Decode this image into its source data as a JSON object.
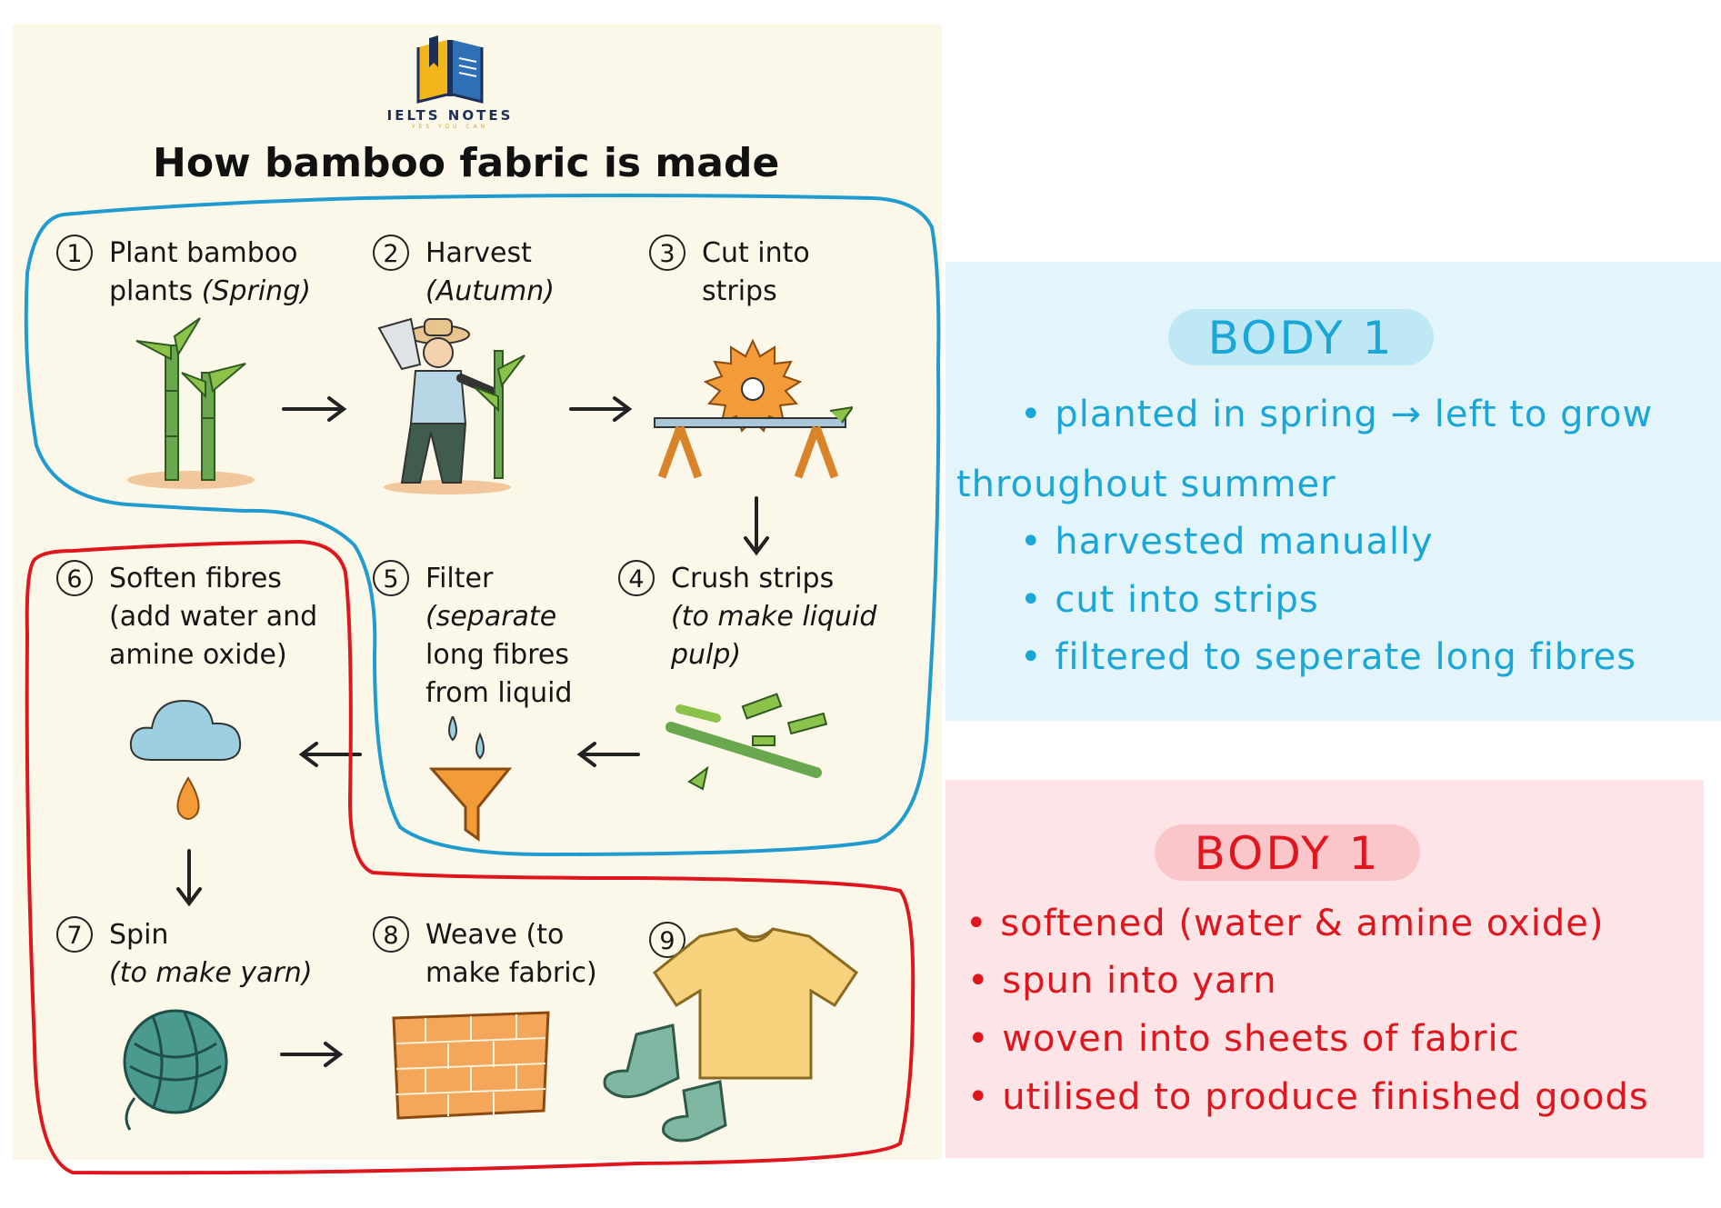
{
  "brand": {
    "name": "IELTS NOTES",
    "tagline": "YES YOU CAN"
  },
  "title": "How bamboo fabric is made",
  "steps": [
    {
      "num": "1",
      "line1": "Plant bamboo",
      "line2": "plants",
      "italic": "(Spring)"
    },
    {
      "num": "2",
      "line1": "Harvest",
      "italic": "(Autumn)"
    },
    {
      "num": "3",
      "line1": "Cut into",
      "line2": "strips"
    },
    {
      "num": "4",
      "line1": "Crush strips",
      "italic1": "(to make liquid",
      "italic2": "pulp)"
    },
    {
      "num": "5",
      "line1": "Filter",
      "italic1": "(separate",
      "line3": "long fibres",
      "line4": "from liquid"
    },
    {
      "num": "6",
      "line1": "Soften fibres",
      "line2": "(add water and",
      "line3": "amine oxide)"
    },
    {
      "num": "7",
      "line1": "Spin",
      "italic": "(to make yarn)"
    },
    {
      "num": "8",
      "line1": "Weave (to",
      "line2": "make fabric)"
    },
    {
      "num": "9"
    }
  ],
  "notes": {
    "blue": {
      "heading": "BODY 1",
      "color": "#1aa6d6",
      "lines": [
        "• planted in spring → left to grow",
        "throughout summer",
        "• harvested manually",
        "• cut into strips",
        "• filtered to seperate long fibres"
      ]
    },
    "red": {
      "heading": "BODY 1",
      "color": "#e0161e",
      "lines": [
        "• softened (water & amine oxide)",
        "• spun into yarn",
        "• woven into sheets of fabric",
        "• utilised to produce finished goods"
      ]
    }
  }
}
